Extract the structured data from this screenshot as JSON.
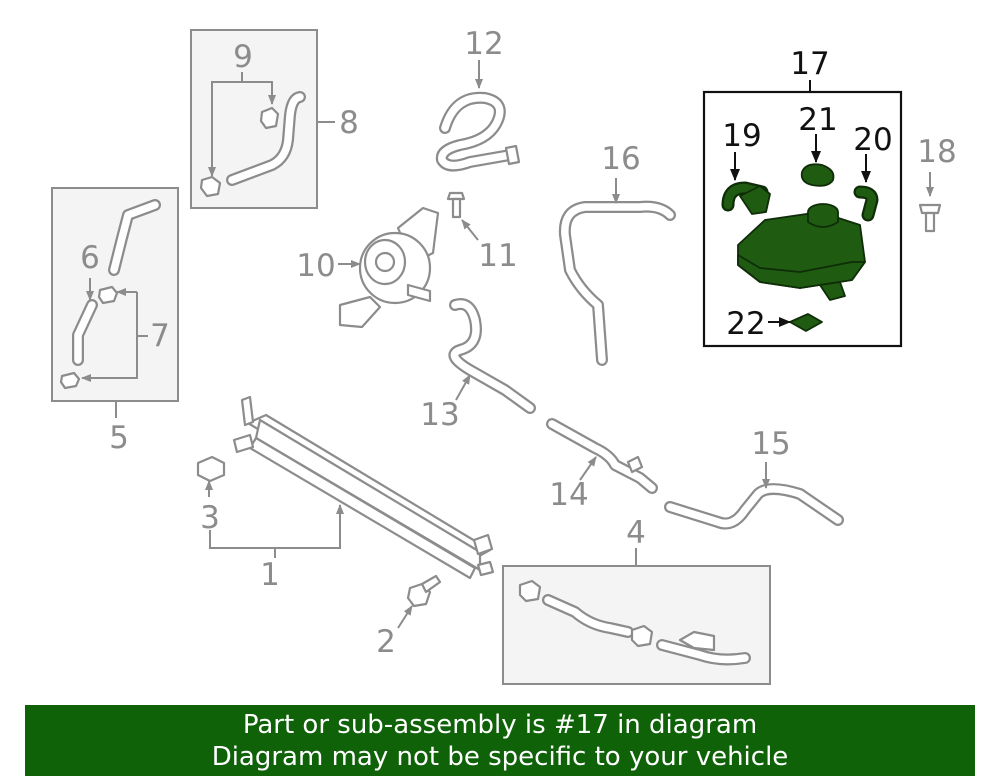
{
  "callouts": {
    "n1": "1",
    "n2": "2",
    "n3": "3",
    "n4": "4",
    "n5": "5",
    "n6": "6",
    "n7": "7",
    "n8": "8",
    "n9": "9",
    "n10": "10",
    "n11": "11",
    "n12": "12",
    "n13": "13",
    "n14": "14",
    "n15": "15",
    "n16": "16",
    "n17": "17",
    "n18": "18",
    "n19": "19",
    "n20": "20",
    "n21": "21",
    "n22": "22"
  },
  "banner": {
    "line1": "Part or sub-assembly is #17 in diagram",
    "line2": "Diagram may not be specific to your vehicle"
  },
  "colors": {
    "highlight_part": "#1f5c12",
    "banner_background": "#0f6208",
    "line_gray": "#8c8c8c"
  }
}
